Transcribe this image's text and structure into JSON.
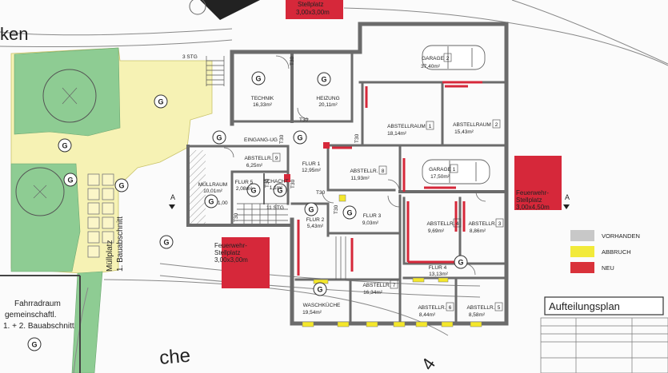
{
  "plan": {
    "title": "Aufteilungsplan",
    "street_fragment": "ken",
    "section_marker": "A",
    "legend": {
      "items": [
        {
          "label": "VORHANDEN",
          "color": "#c8c8c8"
        },
        {
          "label": "ABBRUCH",
          "color": "#f2ea3a"
        },
        {
          "label": "NEU",
          "color": "#d9323a"
        }
      ]
    },
    "marker_letter": "G",
    "rooms": {
      "technik": {
        "name": "TECHNIK",
        "area": "16,33m²"
      },
      "heizung": {
        "name": "HEIZUNG",
        "area": "20,11m²"
      },
      "garage2": {
        "name": "GARAGE",
        "num": "2",
        "area": "37,40m²"
      },
      "abst1": {
        "name": "ABSTELLRAUM",
        "num": "1",
        "area": "18,14m²"
      },
      "abst2": {
        "name": "ABSTELLRAUM",
        "num": "2",
        "area": "15,43m²"
      },
      "abst9": {
        "name": "ABSTELLR.",
        "num": "9",
        "area": "6,25m²"
      },
      "eingang": {
        "name": "EINGANG-UG"
      },
      "flur1": {
        "name": "FLUR 1",
        "area": "12,95m²"
      },
      "abst8": {
        "name": "ABSTELLR.",
        "num": "8",
        "area": "11,93m²"
      },
      "garage1": {
        "name": "GARAGE",
        "num": "1",
        "area": "17,50m²"
      },
      "muellraum": {
        "name": "MÜLLRAUM",
        "area": "10,01m²"
      },
      "flur5": {
        "name": "FLUR 5",
        "area": "2,08m²"
      },
      "schacht": {
        "name": "SCHACHT",
        "area": "1,1m²"
      },
      "flur2": {
        "name": "FLUR 2",
        "area": "5,43m²"
      },
      "flur3": {
        "name": "FLUR 3",
        "area": "9,03m²"
      },
      "abst4": {
        "name": "ABSTELLR.",
        "num": "4",
        "area": "9,69m²"
      },
      "abst3": {
        "name": "ABSTELLR.",
        "num": "3",
        "area": "8,86m²"
      },
      "flur4": {
        "name": "FLUR 4",
        "area": "13,13m²"
      },
      "abst7": {
        "name": "ABSTELLR.",
        "num": "7",
        "area": "16,34m²"
      },
      "waschkueche": {
        "name": "WASCHKÜCHE",
        "area": "19,54m²"
      },
      "abst6": {
        "name": "ABSTELLR.",
        "num": "6",
        "area": "8,44m²"
      },
      "abst5": {
        "name": "ABSTELLR.",
        "num": "5",
        "area": "8,58m²"
      }
    },
    "parking": {
      "top": {
        "line1": "Stellplatz",
        "line2": "3,00x3,00m"
      },
      "right": {
        "line1": "Feuerwehr-",
        "line2": "Stellplatz",
        "line3": "3,00x4,50m"
      },
      "left": {
        "line1": "Feuerwehr-",
        "line2": "Stellplatz",
        "line3": "3,00x3,00m"
      }
    },
    "muellplatz": {
      "line1": "Müllplatz",
      "line2": "1. Bauabschnitt"
    },
    "fahrradraum": {
      "line1": "Fahrradraum",
      "line2": "gemeinschaftl.",
      "line3": "1. + 2. Bauabschnitt"
    },
    "stairs": {
      "top": "3 STG",
      "bottom": "11 STG"
    },
    "doors": {
      "t30": "T30"
    },
    "misc": {
      "level": "1,00",
      "che": "che",
      "four": "4"
    }
  }
}
